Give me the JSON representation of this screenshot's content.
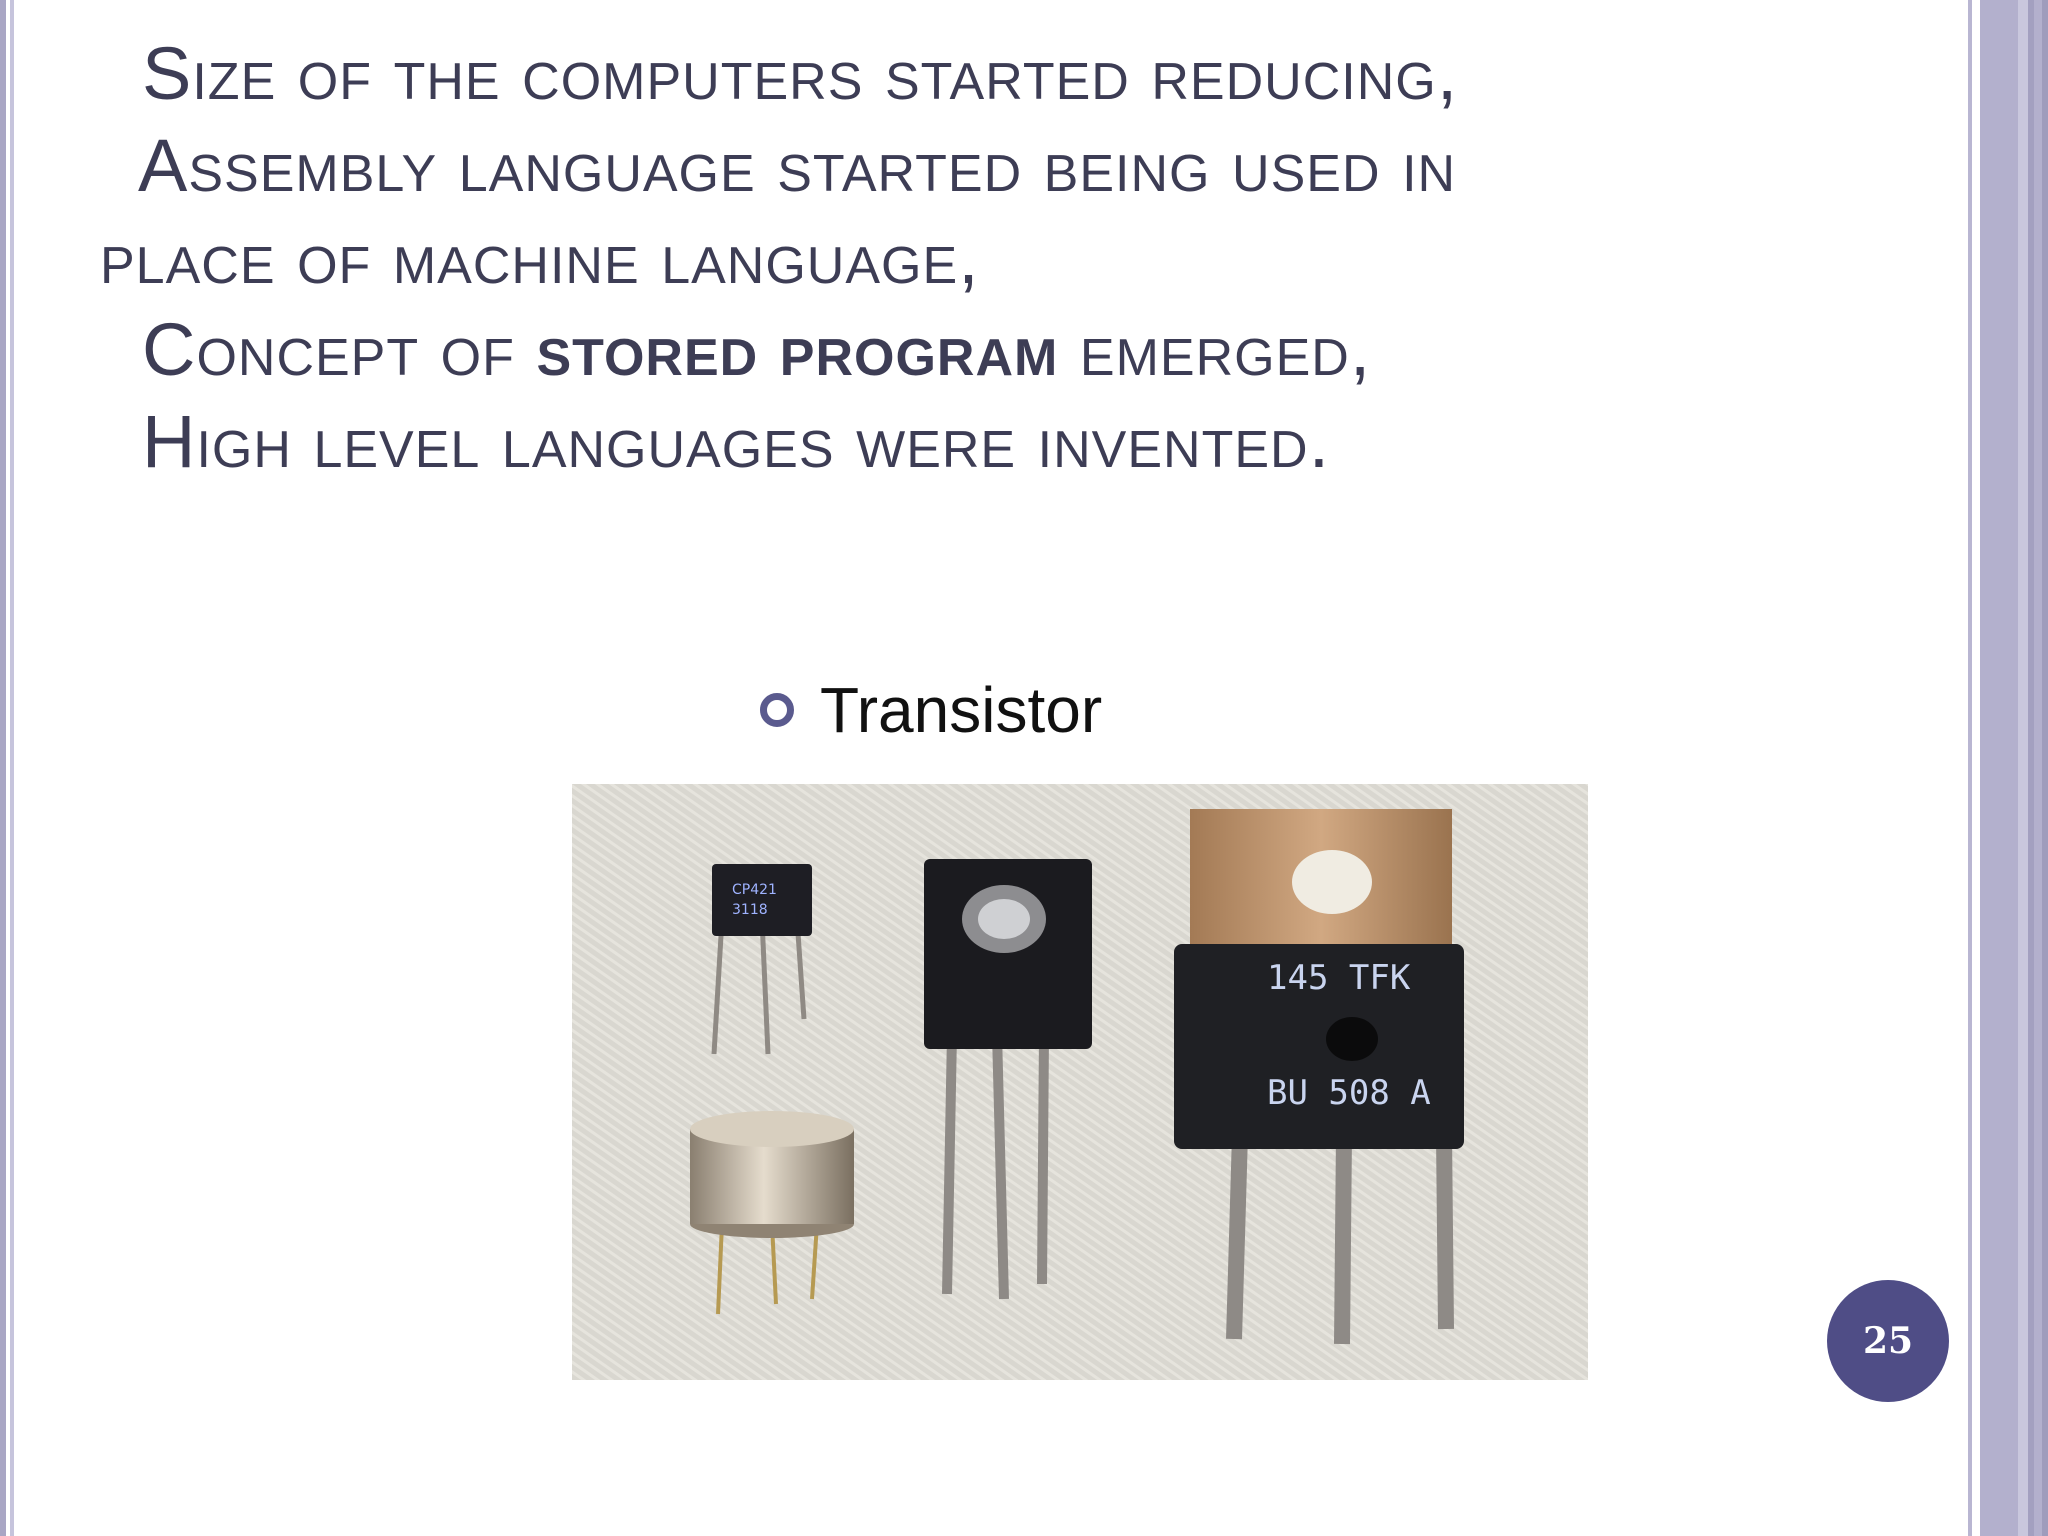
{
  "slide": {
    "title_lines": [
      "Size of the computers started reducing,",
      "Assembly language started being used in",
      "place of machine language,",
      "Concept of",
      "stored program",
      "emerged,",
      "High level languages were invented."
    ],
    "bullet": "Transistor",
    "image_caption_texts": [
      "145 TFK",
      "BU 508 A"
    ],
    "page_number": "25",
    "colors": {
      "title_text": "#3d3d55",
      "bullet_ring": "#5a5a8e",
      "page_badge": "#4f4d86",
      "frame": "#b3b0cd"
    }
  }
}
